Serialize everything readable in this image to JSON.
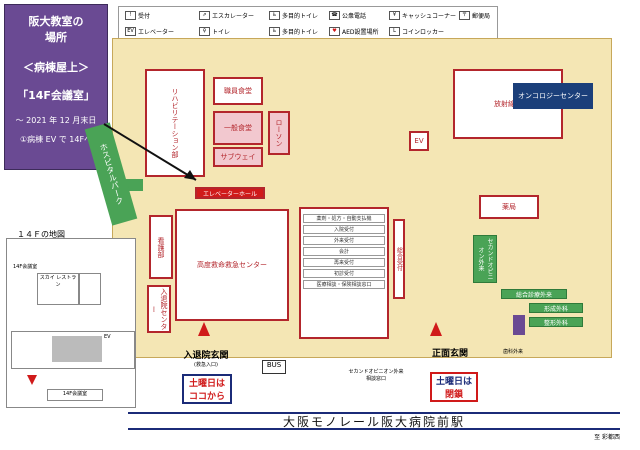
{
  "notice": {
    "line1": "阪大教室の",
    "line2": "場所",
    "line3": "＜病棟屋上＞",
    "line4": "「14F会議室」",
    "line5": "～ 2021 年 12 月末日",
    "line6": "①病棟 EV で 14Fへ"
  },
  "legend": {
    "items": [
      "受付",
      "エスカレーター",
      "多目的トイレ",
      "公衆電話",
      "キャッシュコーナー",
      "郵便局",
      "エレベーター",
      "トイレ",
      "多目的トイレ",
      "AED設置場所",
      "コインロッカー"
    ]
  },
  "map": {
    "oncology": "オンコロジーセンター",
    "radiology": "放射線部",
    "rehab": "リハビリテーション部",
    "cafeteria": "職員食堂",
    "general_dining": "一般食堂",
    "lawson": "ローソン",
    "subway": "サブウェイ",
    "elevator_hall": "エレベーターホール",
    "hospital_park": "ホスピタルパーク",
    "nursing": "看護部",
    "emergency": "高度救命救急センター",
    "admission": "入退院センター",
    "pharmacy": "薬局",
    "ev": "EV",
    "general_hall": "総合診療外来",
    "plastic": "形成外科",
    "orthopedic": "整形外科",
    "reception": "総合受付",
    "entrance_admission": "入退院玄関",
    "entrance_main": "正面玄関",
    "entrance_sub": "(救急入口)",
    "sat_left_1": "土曜日は",
    "sat_left_2": "ココから",
    "sat_right_1": "土曜日は",
    "sat_right_2": "閉鎖",
    "bus": "BUS",
    "second_entrance": "セカンドオピニオン外来 相談窓口",
    "dental_note": "歯科外来",
    "second_opinion": "セカンドオピニオン外来",
    "list": [
      "薬剤・処方・自動支払機",
      "入院受付",
      "外来受付",
      "会計",
      "再来受付",
      "初診受付",
      "医療相談・保険相談窓口"
    ]
  },
  "mini": {
    "title": "１４Ｆの地図",
    "label_14f": "14F会議室",
    "sky": "スカイ レストラン",
    "ev": "EV",
    "bottom": "14F会議室"
  },
  "station": "大阪モノレール阪大病院前駅",
  "footer_note": "至 彩都西"
}
